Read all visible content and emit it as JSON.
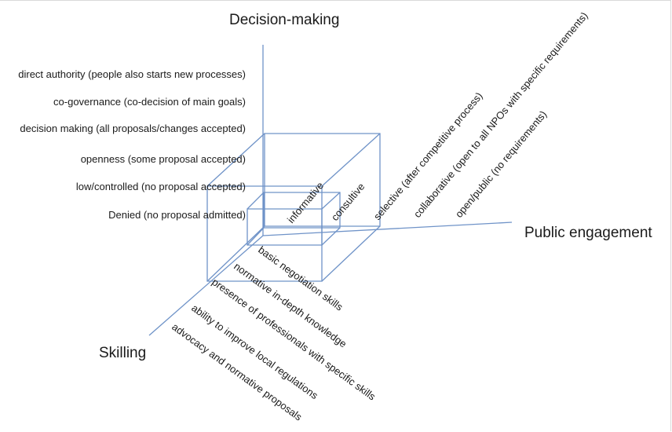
{
  "axes": {
    "decision_making": {
      "title": "Decision-making",
      "levels": [
        "direct authority (people also starts new processes)",
        "co-governance (co-decision of main goals)",
        "decision making (all proposals/changes accepted)",
        "openness (some proposal accepted)",
        "low/controlled (no proposal accepted)",
        "Denied (no proposal admitted)"
      ]
    },
    "public_engagement": {
      "title": "Public engagement",
      "levels": [
        "informative",
        "consultive",
        "selective (after competitive process)",
        "collaborative (open to all NPOs with specific requirements)",
        "open/public (no requirements)"
      ]
    },
    "skilling": {
      "title": "Skilling",
      "levels": [
        "basic negotiation skills",
        "normative in-depth knowledge",
        "presence of professionals with specific skills",
        "ability to improve local regulations",
        "advocacy and normative proposals"
      ]
    }
  }
}
